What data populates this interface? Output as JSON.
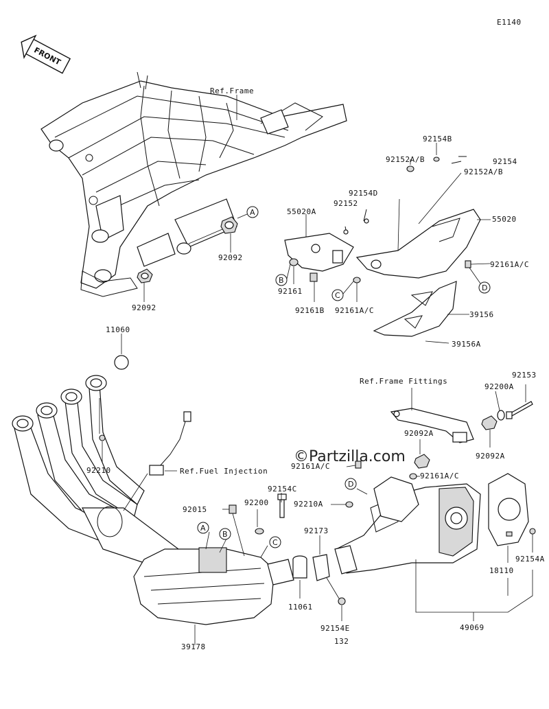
{
  "diagram_code": "E1140",
  "front_label": "FRONT",
  "watermark": "Partzilla.com",
  "watermark_symbol": "©",
  "references": {
    "frame": "Ref.Frame",
    "frame_fittings": "Ref.Frame Fittings",
    "fuel_injection": "Ref.Fuel Injection"
  },
  "callouts": [
    "A",
    "B",
    "C",
    "D"
  ],
  "parts": {
    "p92092_a": "92092",
    "p92092_b": "92092",
    "p55020A": "55020A",
    "p92152": "92152",
    "p92154D": "92154D",
    "p92154B": "92154B",
    "p92152AB_a": "92152A/B",
    "p92154": "92154",
    "p92152AB_b": "92152A/B",
    "p55020": "55020",
    "p92161AC_a": "92161A/C",
    "p92161": "92161",
    "p92161B": "92161B",
    "p92161AC_b": "92161A/C",
    "p39156": "39156",
    "p39156A": "39156A",
    "p11060": "11060",
    "p92210": "92210",
    "p92153": "92153",
    "p92200A": "92200A",
    "p92092A_a": "92092A",
    "p92092A_b": "92092A",
    "p92161AC_c": "92161A/C",
    "p92161AC_d": "92161A/C",
    "p92154C": "92154C",
    "p92015": "92015",
    "p92200": "92200",
    "p92210A": "92210A",
    "p92173": "92173",
    "p11061": "11061",
    "p92154E": "92154E",
    "p132": "132",
    "p39178": "39178",
    "p18110": "18110",
    "p92154A": "92154A",
    "p49069": "49069"
  }
}
